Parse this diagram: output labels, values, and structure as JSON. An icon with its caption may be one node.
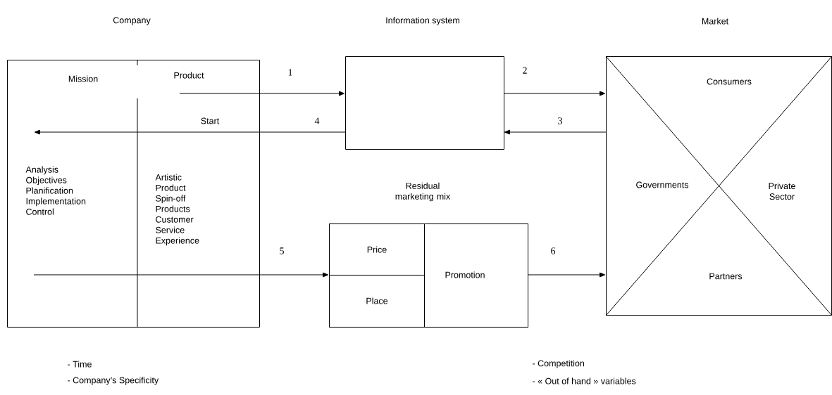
{
  "diagram": {
    "nodes": [
      {
        "text": [
          "Company",
          "Mission",
          "Product",
          "Start",
          "Analysis Objectives Planification Implementation Control",
          "Artistic Product Spin-off Products Customer Service Experience"
        ]
      },
      {
        "text": [
          "Information system"
        ]
      },
      {
        "text": [
          "Market",
          "Consumers",
          "Governments",
          "Private Sector",
          "Partners"
        ]
      },
      {
        "text": [
          "Residual marketing mix"
        ]
      },
      {
        "text": [
          "Price"
        ],
        "in": 3
      },
      {
        "text": [
          "Place"
        ],
        "in": 3
      },
      {
        "text": [
          "Promotion"
        ],
        "in": 3
      }
    ],
    "edges": [
      {
        "from": 0,
        "to": 1,
        "arrow": "to",
        "label": "1"
      },
      {
        "from": 1,
        "to": 2,
        "arrow": "to",
        "label": "2"
      },
      {
        "from": 2,
        "to": 1,
        "arrow": "to",
        "label": "3"
      },
      {
        "from": 1,
        "to": 0,
        "arrow": "to",
        "label": "4"
      },
      {
        "from": 0,
        "to": 3,
        "arrow": "to",
        "label": "5"
      },
      {
        "from": 3,
        "to": 2,
        "arrow": "to",
        "label": "6"
      }
    ],
    "labels": [
      "- Time",
      "- Company’s Specificity",
      "- Competition",
      "- « Out of hand » variables"
    ]
  }
}
